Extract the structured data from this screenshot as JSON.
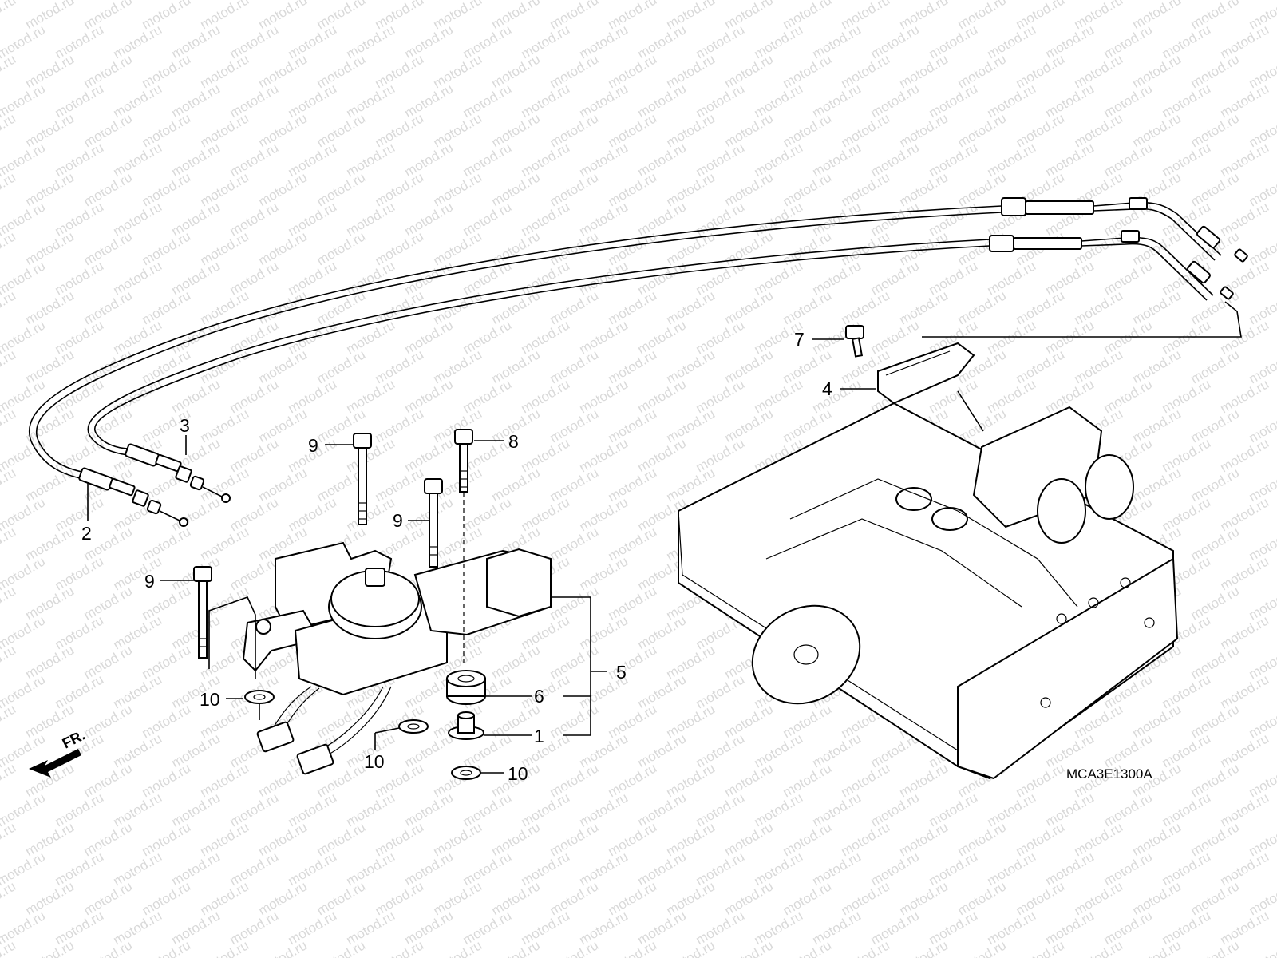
{
  "watermark": "motod.ru",
  "diagram_code": "MCA3E1300A",
  "front_marker": "FR.",
  "callouts": {
    "c1": "1",
    "c2": "2",
    "c3": "3",
    "c4": "4",
    "c5": "5",
    "c6": "6",
    "c7": "7",
    "c8": "8",
    "c9a": "9",
    "c9b": "9",
    "c9c": "9",
    "c10a": "10",
    "c10b": "10",
    "c10c": "10"
  },
  "colors": {
    "line": "#000000",
    "watermark": "#d9d9d9",
    "background": "#ffffff"
  }
}
